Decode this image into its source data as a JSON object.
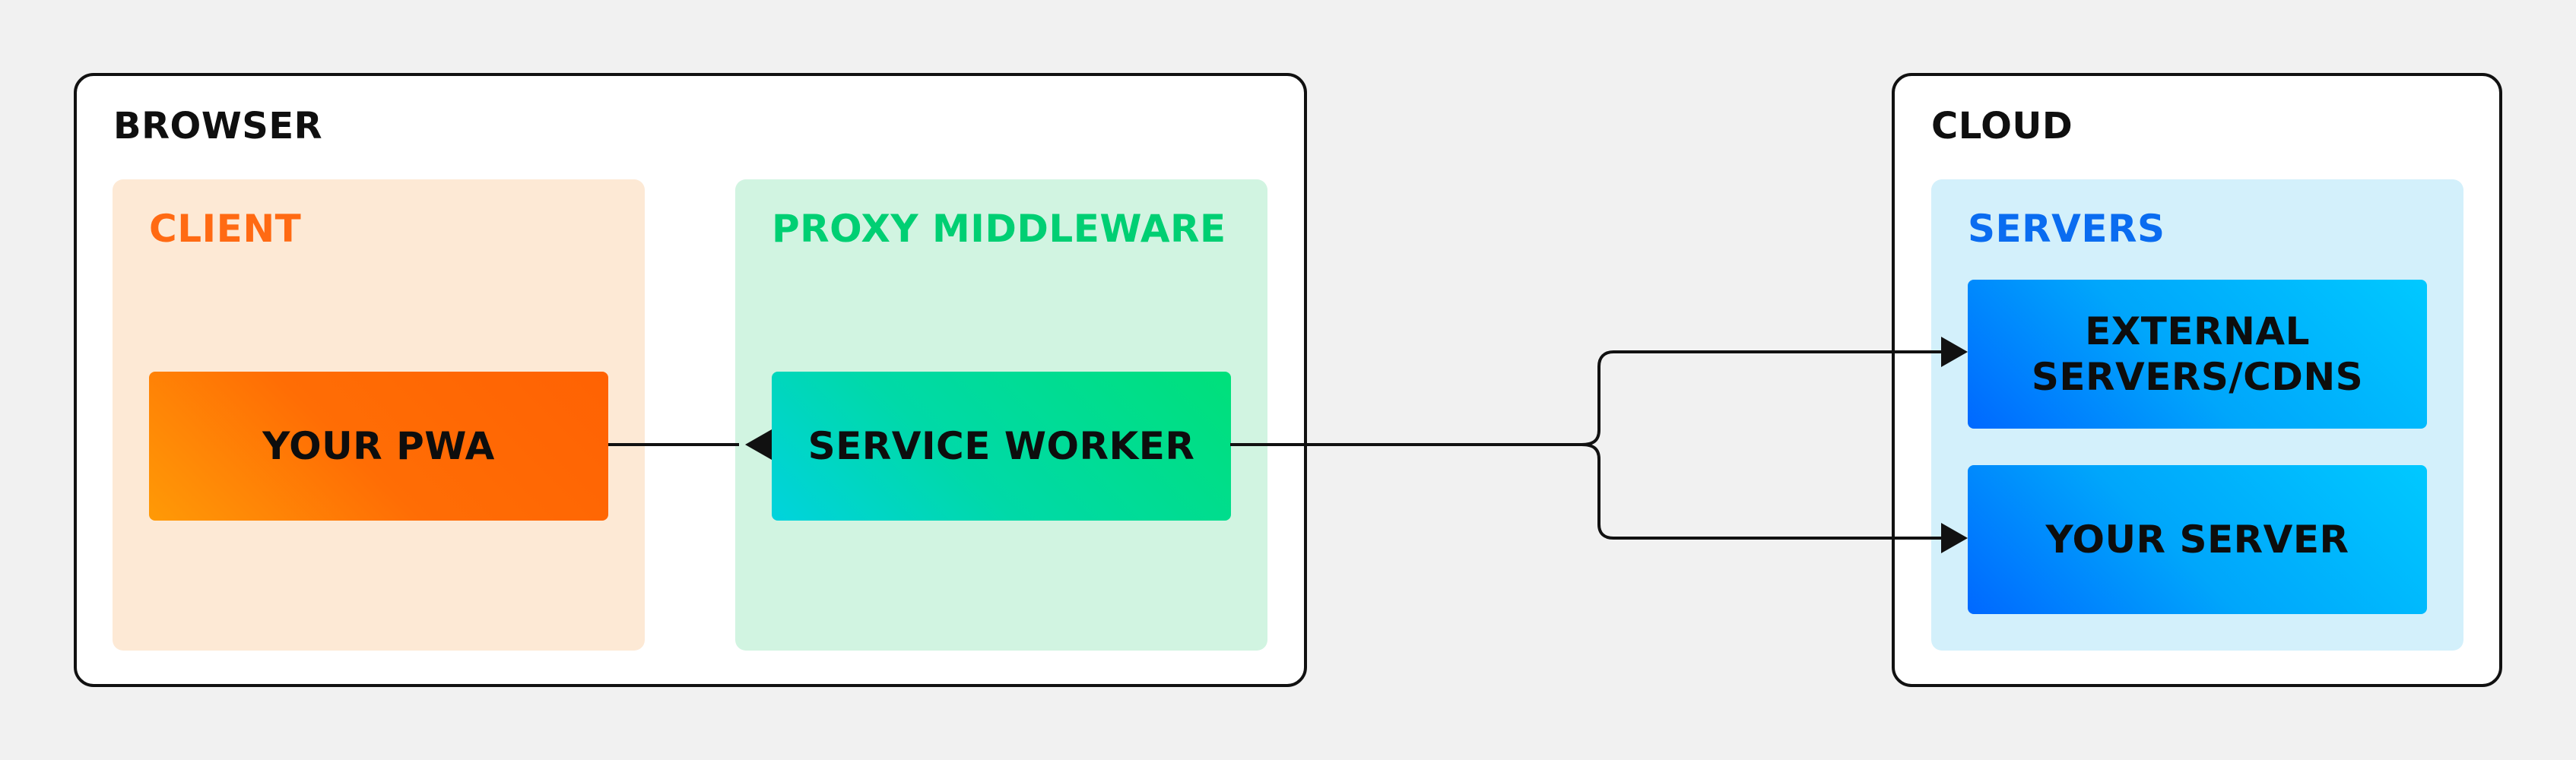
{
  "browser": {
    "title": "BROWSER",
    "client": {
      "title": "CLIENT",
      "node": "YOUR PWA",
      "accent": "#ff6a13"
    },
    "proxy": {
      "title": "PROXY MIDDLEWARE",
      "node": "SERVICE WORKER",
      "accent": "#00cf73"
    }
  },
  "cloud": {
    "title": "CLOUD",
    "servers": {
      "title": "SERVERS",
      "external": "EXTERNAL SERVERS/CDNS",
      "yours": "YOUR SERVER",
      "accent": "#0a6cf0"
    }
  }
}
